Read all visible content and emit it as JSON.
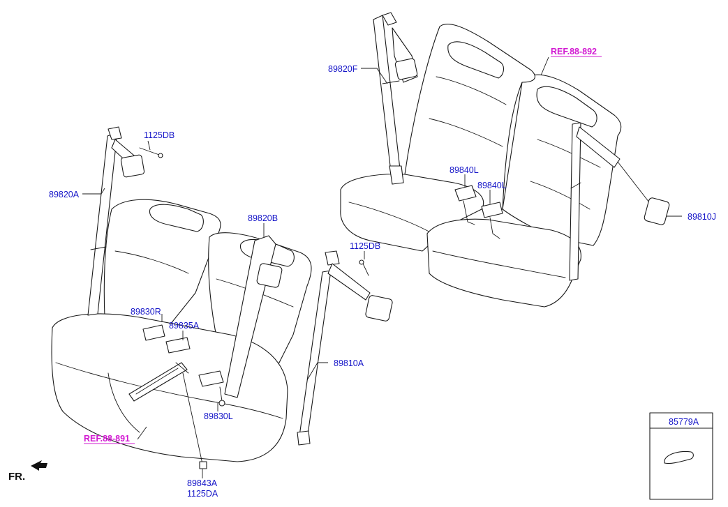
{
  "labels": {
    "p89820F": "89820F",
    "p89820A": "89820A",
    "p1125DB_left": "1125DB",
    "p89820B": "89820B",
    "p1125DB_mid": "1125DB",
    "p89830R": "89830R",
    "p89835A": "89835A",
    "p89830L": "89830L",
    "p89810A": "89810A",
    "p89843A": "89843A",
    "p1125DA": "1125DA",
    "p89840L_a": "89840L",
    "p89840L_b": "89840L",
    "p89810J": "89810J",
    "p85779A": "85779A"
  },
  "references": {
    "ref_upper": "REF.88-892",
    "ref_lower": "REF.88-891"
  },
  "direction": {
    "front_label": "FR."
  },
  "colors": {
    "part_label": "#1515c8",
    "reference": "#d21ad2",
    "line": "#1a1a1a"
  }
}
